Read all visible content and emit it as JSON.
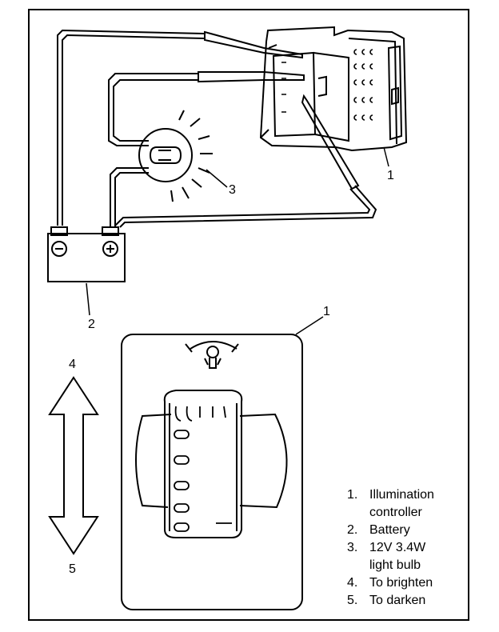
{
  "callouts": {
    "controller_top": "1",
    "controller_bottom": "1",
    "battery": "2",
    "bulb": "3",
    "brighten": "4",
    "darken": "5"
  },
  "legend": [
    {
      "num": "1.",
      "text": "Illumination controller"
    },
    {
      "num": "2.",
      "text": "Battery"
    },
    {
      "num": "3.",
      "text": "12V 3.4W light bulb"
    },
    {
      "num": "4.",
      "text": "To brighten"
    },
    {
      "num": "5.",
      "text": "To darken"
    }
  ]
}
